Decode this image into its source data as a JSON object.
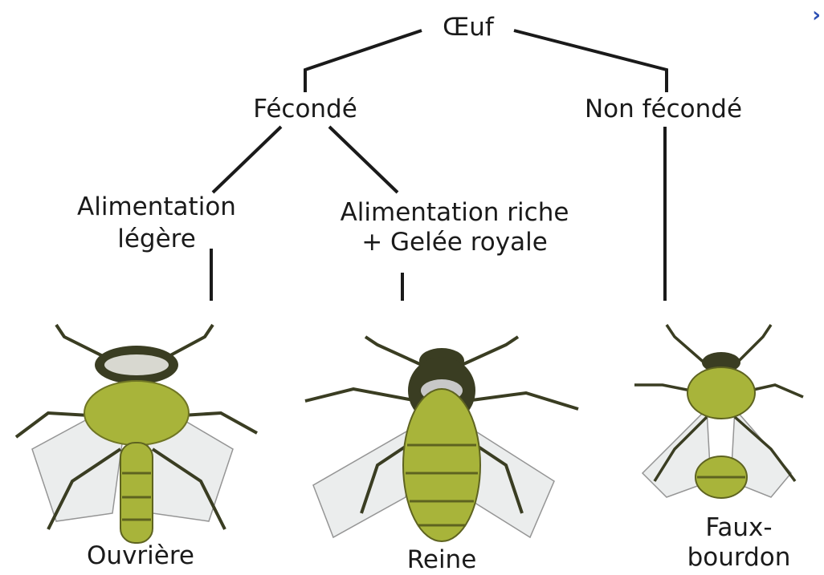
{
  "nodes": {
    "root": "Œuf",
    "fertilized": "Fécondé",
    "unfertilized": "Non fécondé",
    "light_feeding_line1": "Alimentation",
    "light_feeding_line2": "légère",
    "rich_feeding_line1": "Alimentation riche",
    "rich_feeding_line2": "+ Gelée royale"
  },
  "castes": {
    "worker": "Ouvrière",
    "queen": "Reine",
    "drone_line1": "Faux-",
    "drone_line2": "bourdon"
  },
  "corner_mark": "›",
  "colors": {
    "line": "#1a1a1a",
    "bee_green": "#a8b43a",
    "bee_dark": "#3a3d22",
    "wing": "#e9ecec"
  }
}
